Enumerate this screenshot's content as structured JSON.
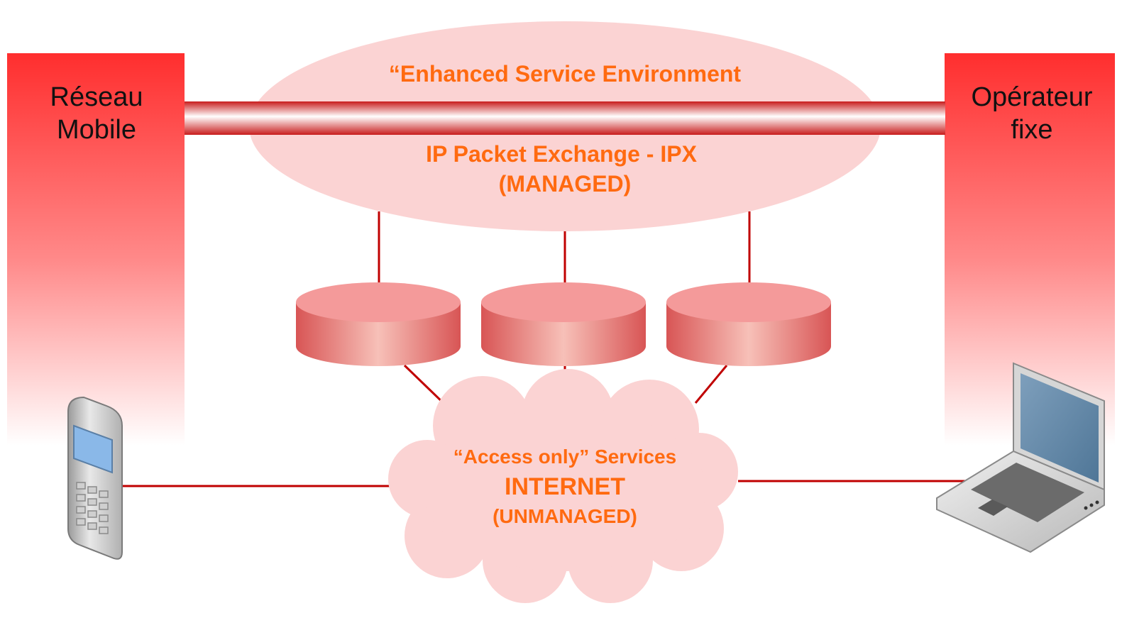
{
  "left_column": {
    "line1": "Réseau",
    "line2": "Mobile"
  },
  "right_column": {
    "line1": "Opérateur",
    "line2": "fixe"
  },
  "ipx_cloud": {
    "heading": "“Enhanced Service Environment",
    "line1": "IP Packet Exchange - IPX",
    "line2": "(MANAGED)"
  },
  "internet_cloud": {
    "line1": "“Access only” Services",
    "line2": "INTERNET",
    "line3": "(UNMANAGED)"
  },
  "icons": {
    "left_device": "mobile-phone-icon",
    "right_device": "laptop-icon",
    "server": "database-disk-icon"
  },
  "colors": {
    "column_red": "#ff2e2e",
    "ellipse_pink": "#fbd3d3",
    "text_orange": "#ff6a10",
    "line_red": "#d40000"
  }
}
